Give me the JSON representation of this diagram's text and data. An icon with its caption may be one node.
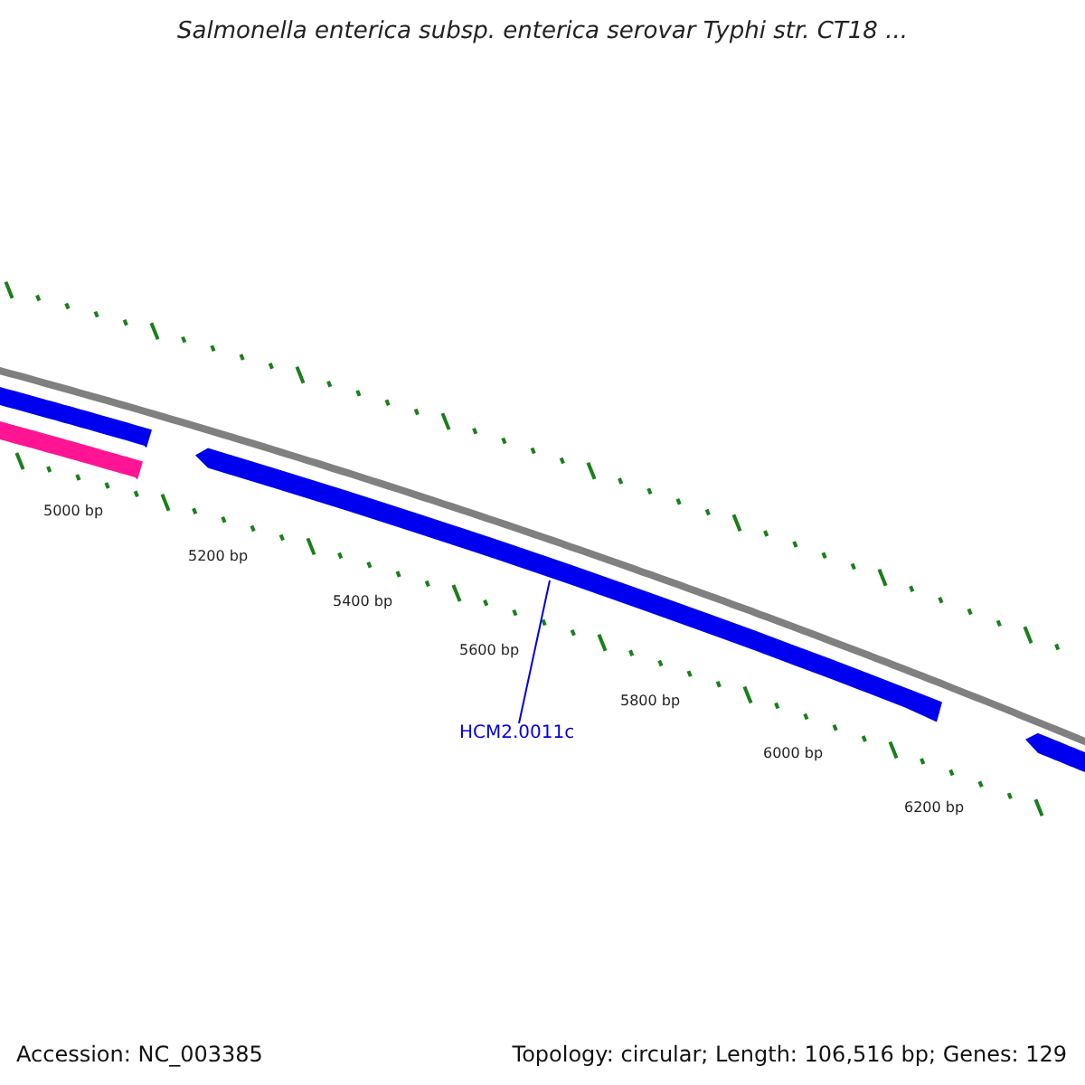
{
  "diagram": {
    "title": "Salmonella enterica subsp. enterica serovar Typhi str. CT18 ...",
    "nodes": [
      {
        "text": [
          "HCM2.0011c"
        ]
      },
      {
        "text": [],
        "shape": "arrow"
      }
    ],
    "edges": [
      {
        "from": 0,
        "to": 1,
        "arrow": "none"
      }
    ],
    "labels": [
      "5000 bp",
      "5200 bp",
      "5400 bp",
      "5600 bp",
      "5800 bp",
      "6000 bp",
      "6200 bp",
      "Accession: NC_003385",
      "Topology: circular; Length: 106,516 bp; Genes: 129"
    ]
  }
}
